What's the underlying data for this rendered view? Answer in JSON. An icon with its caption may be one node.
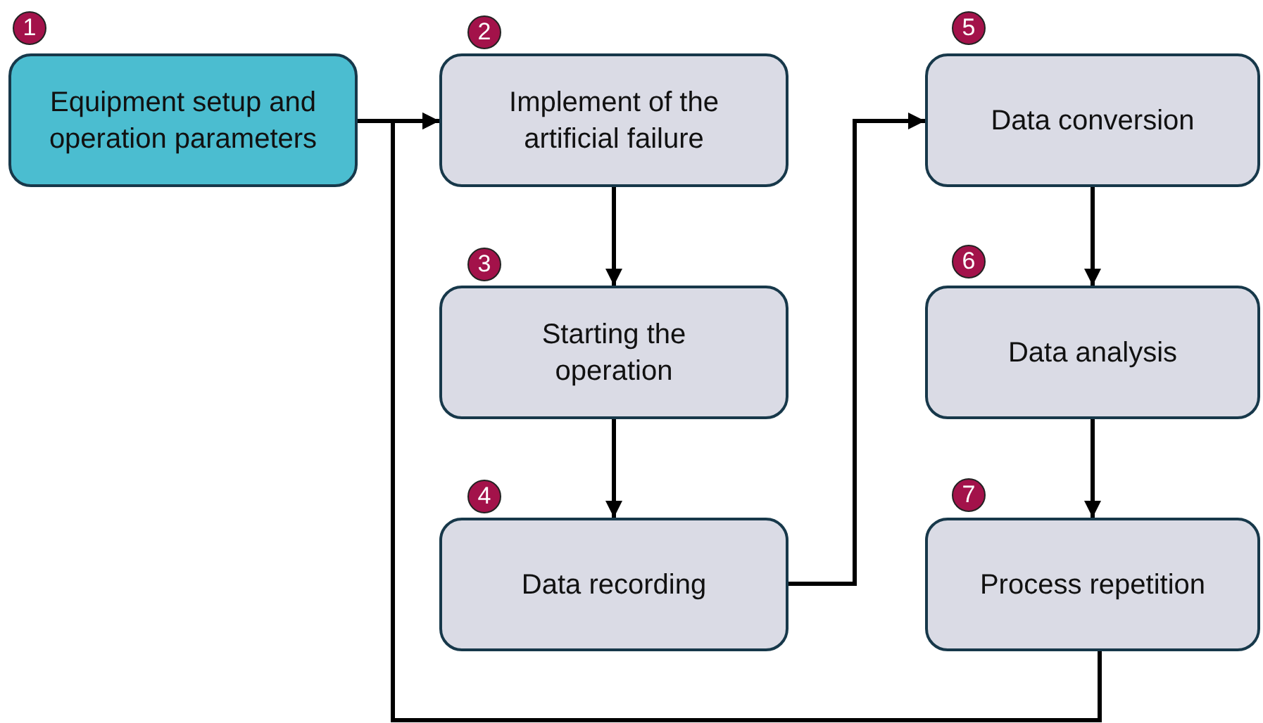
{
  "diagram": {
    "nodes": [
      {
        "text": [
          "Equipment setup and operation parameters"
        ],
        "beside": [
          "1"
        ]
      },
      {
        "text": [
          "Implement of the artificial failure"
        ],
        "beside": [
          "2"
        ]
      },
      {
        "text": [
          "Starting the operation"
        ],
        "beside": [
          "3"
        ]
      },
      {
        "text": [
          "Data recording"
        ],
        "beside": [
          "4"
        ]
      },
      {
        "text": [
          "Data conversion"
        ],
        "beside": [
          "5"
        ]
      },
      {
        "text": [
          "Data analysis"
        ],
        "beside": [
          "6"
        ]
      },
      {
        "text": [
          "Process repetition"
        ],
        "beside": [
          "7"
        ]
      }
    ],
    "edges": [
      {
        "from": 0,
        "to": 1,
        "arrow": "to"
      },
      {
        "from": 1,
        "to": 2,
        "arrow": "to"
      },
      {
        "from": 2,
        "to": 3,
        "arrow": "to"
      },
      {
        "from": 3,
        "to": 4,
        "arrow": "to"
      },
      {
        "from": 4,
        "to": 5,
        "arrow": "to"
      },
      {
        "from": 5,
        "to": 6,
        "arrow": "to"
      },
      {
        "from": 6,
        "to": 1,
        "arrow": "to"
      }
    ]
  }
}
